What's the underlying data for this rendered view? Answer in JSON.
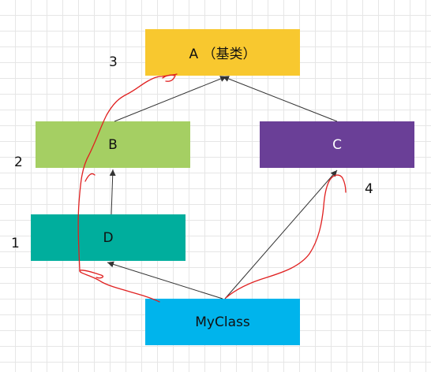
{
  "nodes": {
    "a": {
      "label": "A （基类）",
      "color": "#f8c82f"
    },
    "b": {
      "label": "B",
      "color": "#a5cf63"
    },
    "c": {
      "label": "C",
      "color": "#6a3f97"
    },
    "d": {
      "label": "D",
      "color": "#00ae9d"
    },
    "myclass": {
      "label": "MyClass",
      "color": "#00b4ec"
    }
  },
  "step_numbers": {
    "one": "1",
    "two": "2",
    "three": "3",
    "four": "4"
  },
  "edges": [
    {
      "from": "B",
      "to": "A"
    },
    {
      "from": "C",
      "to": "A"
    },
    {
      "from": "D",
      "to": "B"
    },
    {
      "from": "MyClass",
      "to": "D"
    },
    {
      "from": "MyClass",
      "to": "C"
    }
  ],
  "lookup_path_color": "#e02020"
}
